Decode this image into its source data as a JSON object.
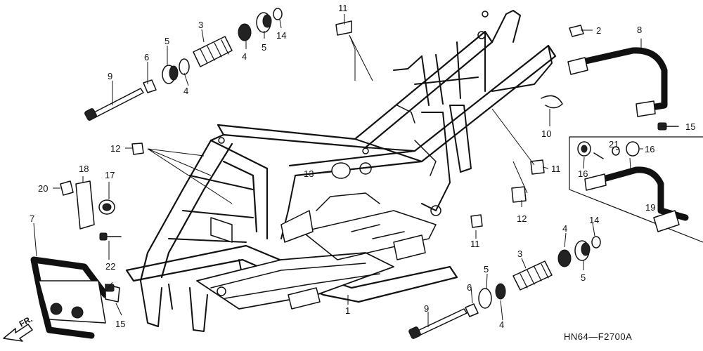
{
  "diagram": {
    "diagram_code": "HN64—F2700A",
    "direction_label": "FR.",
    "part_callouts": [
      "1",
      "2",
      "3",
      "4",
      "5",
      "6",
      "8",
      "9",
      "10",
      "11",
      "12",
      "13",
      "14",
      "15",
      "16",
      "17",
      "18",
      "19",
      "20",
      "21",
      "22",
      "7"
    ]
  },
  "callouts": {
    "c1": "1",
    "c2": "2",
    "c3a": "3",
    "c3b": "3",
    "c4a": "4",
    "c4b": "4",
    "c4c": "4",
    "c4d": "4",
    "c5a": "5",
    "c5b": "5",
    "c5c": "5",
    "c5d": "5",
    "c6a": "6",
    "c6b": "6",
    "c7": "7",
    "c8": "8",
    "c9a": "9",
    "c9b": "9",
    "c10": "10",
    "c11a": "11",
    "c11b": "11",
    "c11c": "11",
    "c12a": "12",
    "c12b": "12",
    "c13": "13",
    "c14a": "14",
    "c14b": "14",
    "c15a": "15",
    "c15b": "15",
    "c16a": "16",
    "c16b": "16",
    "c17": "17",
    "c18": "18",
    "c19": "19",
    "c20": "20",
    "c21": "21",
    "c22": "22"
  }
}
